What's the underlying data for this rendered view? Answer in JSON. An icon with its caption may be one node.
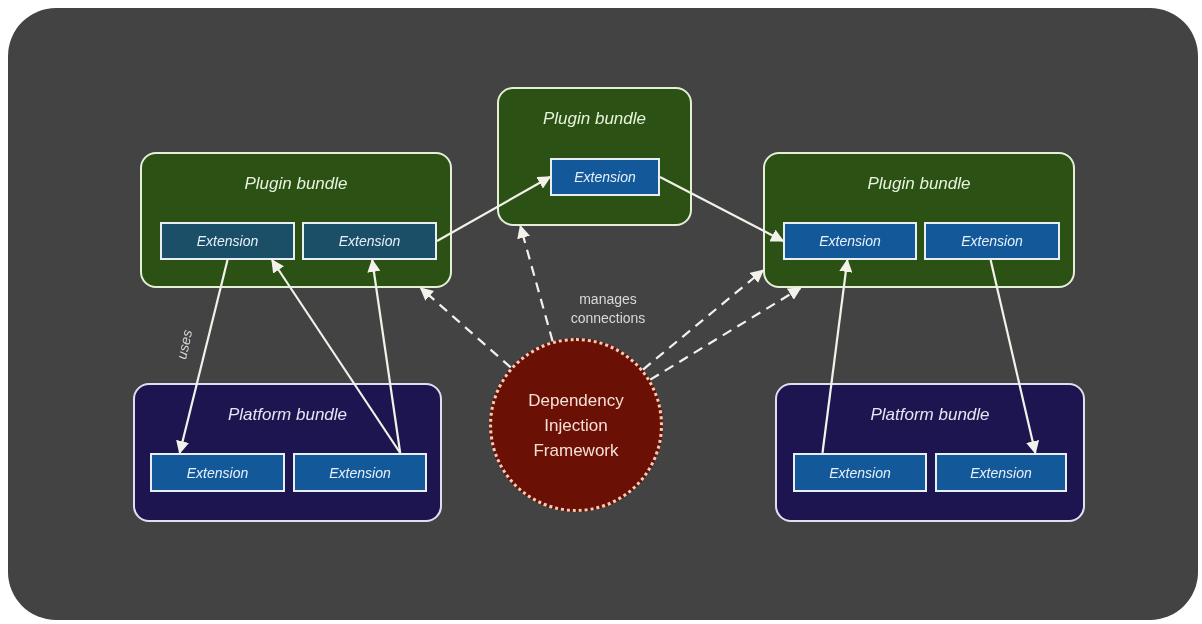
{
  "diagram": {
    "nodes": [
      {
        "text": [
          "Plugin bundle"
        ]
      },
      {
        "text": [
          "Extension"
        ],
        "in": 0
      },
      {
        "text": [
          "Extension"
        ],
        "in": 0
      },
      {
        "text": [
          "Plugin bundle"
        ]
      },
      {
        "text": [
          "Extension"
        ],
        "in": 3
      },
      {
        "text": [
          "Plugin bundle"
        ]
      },
      {
        "text": [
          "Extension"
        ],
        "in": 5
      },
      {
        "text": [
          "Extension"
        ],
        "in": 5
      },
      {
        "text": [
          "Platform bundle"
        ]
      },
      {
        "text": [
          "Extension"
        ],
        "in": 8
      },
      {
        "text": [
          "Extension"
        ],
        "in": 8
      },
      {
        "text": [
          "Dependency Injection Framework"
        ]
      },
      {
        "text": [
          "Platform bundle"
        ]
      },
      {
        "text": [
          "Extension"
        ],
        "in": 12
      },
      {
        "text": [
          "Extension"
        ],
        "in": 12
      }
    ],
    "edges": [
      {
        "from": 2,
        "to": 4,
        "arrow": "to"
      },
      {
        "from": 4,
        "to": 6,
        "arrow": "to"
      },
      {
        "from": 1,
        "to": 9,
        "arrow": "to",
        "label": "uses"
      },
      {
        "from": 10,
        "to": 1,
        "arrow": "to"
      },
      {
        "from": 10,
        "to": 2,
        "arrow": "to"
      },
      {
        "from": 13,
        "to": 6,
        "arrow": "to"
      },
      {
        "from": 7,
        "to": 14,
        "arrow": "to"
      },
      {
        "from": 11,
        "to": 0,
        "arrow": "to",
        "style": "dashed"
      },
      {
        "from": 11,
        "to": 3,
        "arrow": "to",
        "style": "dashed"
      },
      {
        "from": 11,
        "to": 5,
        "arrow": "to",
        "style": "dashed"
      },
      {
        "from": 11,
        "to": 5,
        "arrow": "to",
        "style": "dashed"
      }
    ],
    "labels": [
      "manages connections"
    ]
  }
}
